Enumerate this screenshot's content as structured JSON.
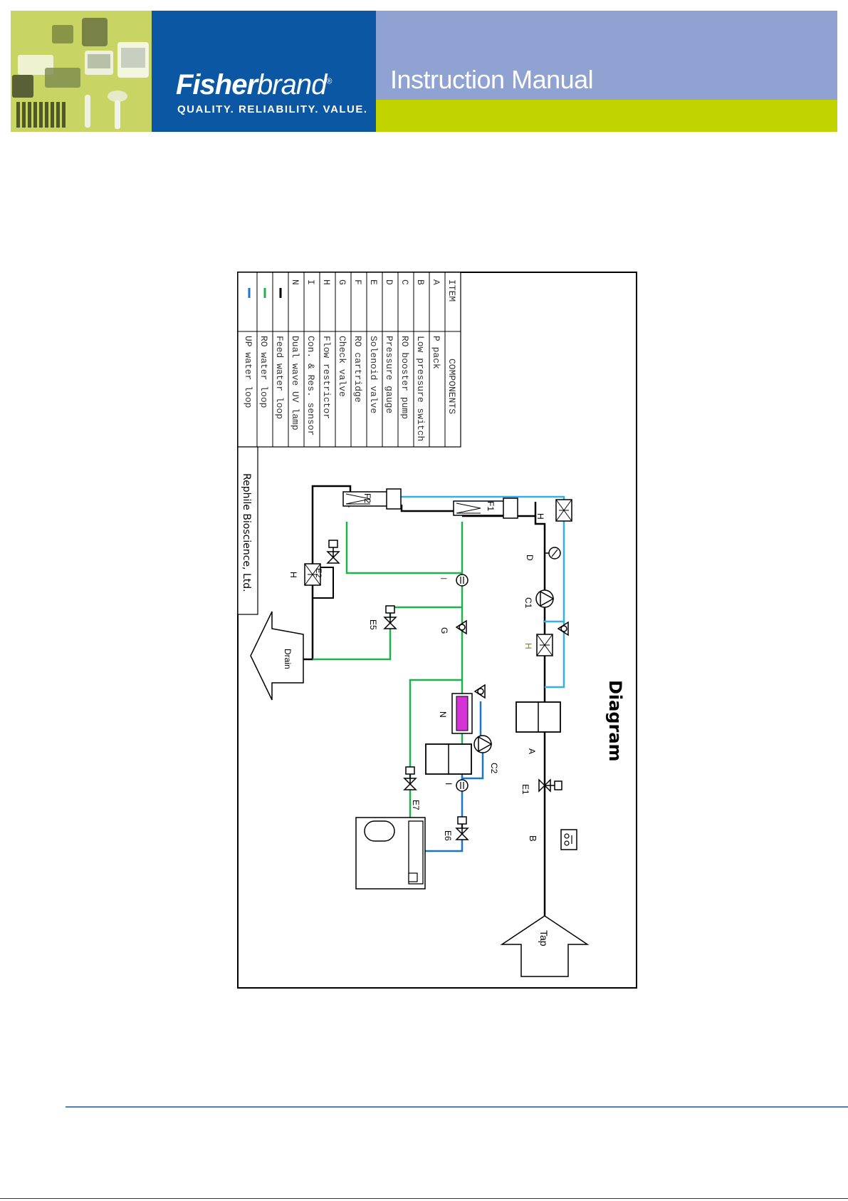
{
  "header": {
    "brand_bold": "Fisher",
    "brand_light": "brand",
    "brand_mark": "®",
    "tagline": "QUALITY. RELIABILITY. VALUE.",
    "manual_title": "Instruction Manual",
    "colors": {
      "photo_bg": "#c8d463",
      "brand_bg": "#0b57a4",
      "title_bg": "#8fa2d2",
      "accent_lime": "#c2d400"
    }
  },
  "diagram": {
    "title": "Diagram",
    "company": "Rephile Bioscience, Ltd.",
    "table": {
      "header_item": "ITEM",
      "header_components": "COMPONENTS",
      "rows": [
        {
          "item": "A",
          "component": "P pack"
        },
        {
          "item": "B",
          "component": "Low pressure switch"
        },
        {
          "item": "C",
          "component": "RO booster pump"
        },
        {
          "item": "D",
          "component": "Pressure gauge"
        },
        {
          "item": "E",
          "component": "Solenoid valve"
        },
        {
          "item": "F",
          "component": "RO cartridge"
        },
        {
          "item": "G",
          "component": "Check valve"
        },
        {
          "item": "H",
          "component": "Flow restrictor"
        },
        {
          "item": "I",
          "component": "Con. & Res. sensor"
        },
        {
          "item": "N",
          "component": "Dual wave UV lamp"
        }
      ],
      "legend": [
        {
          "color": "#000000",
          "label": "Feed water loop"
        },
        {
          "color": "#1fb14c",
          "label": "RO water loop"
        },
        {
          "color": "#1b75c8",
          "label": "UP water loop"
        }
      ]
    },
    "labels": {
      "tap": "Tap",
      "drain": "Drain",
      "b": "B",
      "e1": "E1",
      "a": "A",
      "h1": "H",
      "c1": "C1",
      "d": "D",
      "h2": "H",
      "f1": "F1",
      "f2": "F2",
      "h3": "H",
      "e2": "E2",
      "i1": "I",
      "e5": "E5",
      "g": "G",
      "n": "N",
      "c2": "C2",
      "i2": "I",
      "e7": "E7",
      "e6": "E6"
    },
    "colors": {
      "feed": "#000000",
      "ro": "#1fb14c",
      "up": "#1b75c8",
      "loop_light": "#36aee6",
      "uv": "#d633d6",
      "h_label": "#8b7a2a",
      "i_label": "#7a3d8f"
    }
  }
}
